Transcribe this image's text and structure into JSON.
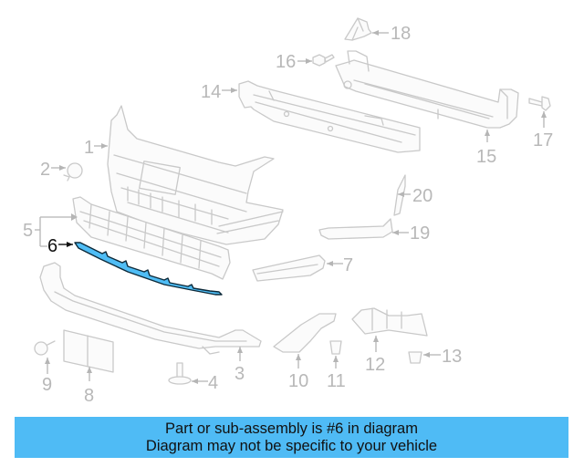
{
  "diagram": {
    "title": "Front bumper parts diagram",
    "highlighted_part": "6",
    "highlight_color": "#4fbdf5",
    "callouts": [
      {
        "id": "1",
        "label": "1"
      },
      {
        "id": "2",
        "label": "2"
      },
      {
        "id": "3",
        "label": "3"
      },
      {
        "id": "4",
        "label": "4"
      },
      {
        "id": "5",
        "label": "5"
      },
      {
        "id": "6",
        "label": "6"
      },
      {
        "id": "7",
        "label": "7"
      },
      {
        "id": "8",
        "label": "8"
      },
      {
        "id": "9",
        "label": "9"
      },
      {
        "id": "10",
        "label": "10"
      },
      {
        "id": "11",
        "label": "11"
      },
      {
        "id": "12",
        "label": "12"
      },
      {
        "id": "13",
        "label": "13"
      },
      {
        "id": "14",
        "label": "14"
      },
      {
        "id": "15",
        "label": "15"
      },
      {
        "id": "16",
        "label": "16"
      },
      {
        "id": "17",
        "label": "17"
      },
      {
        "id": "18",
        "label": "18"
      },
      {
        "id": "19",
        "label": "19"
      },
      {
        "id": "20",
        "label": "20"
      }
    ]
  },
  "banner": {
    "line1": "Part or sub-assembly is #6 in diagram",
    "line2": "Diagram may not be specific to your vehicle",
    "background_color": "#4fbbf5"
  }
}
